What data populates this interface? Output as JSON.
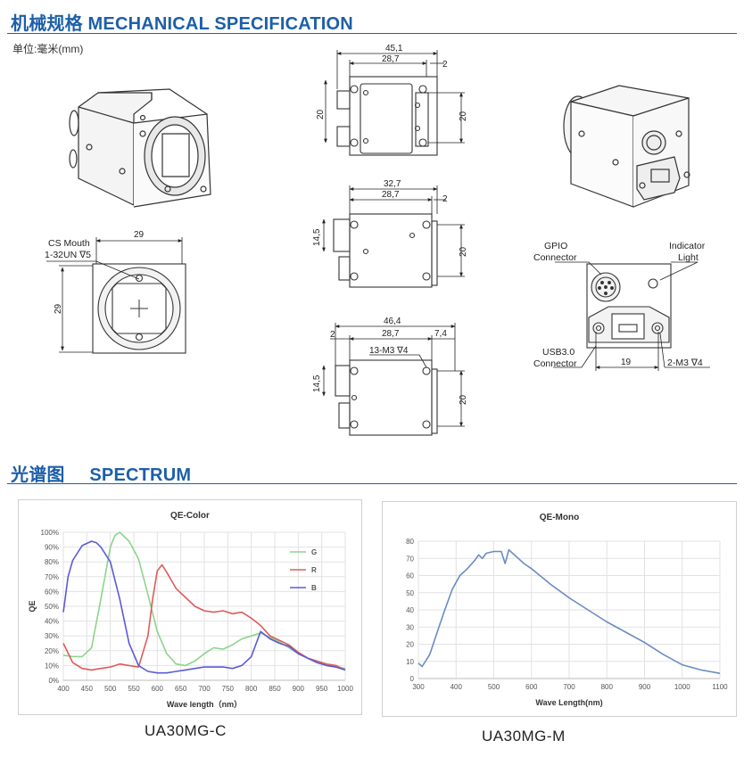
{
  "mechanical": {
    "title": "机械规格 MECHANICAL SPECIFICATION",
    "unit_label": "单位:毫米(mm)"
  },
  "front_view": {
    "top_dim": "29",
    "side_dim": "29",
    "mouth_label_1": "CS Mouth",
    "mouth_label_2": "1-32UN ∇5"
  },
  "side_view_1": {
    "overall": "45,1",
    "body": "28,7",
    "lens": "2",
    "height_left": "20",
    "height_right": "20"
  },
  "side_view_2": {
    "overall": "32,7",
    "body": "28,7",
    "lens": "2",
    "height_left": "14,5",
    "height_right": "20"
  },
  "side_view_3": {
    "overall": "46,4",
    "left": "2",
    "body": "28,7",
    "right": "7,4",
    "hole": "13-M3 ∇4",
    "height_left": "14,5",
    "height_right": "20"
  },
  "back_view": {
    "gpio_1": "GPIO",
    "gpio_2": "Connector",
    "indicator_1": "Indicator",
    "indicator_2": "Light",
    "usb_1": "USB3.0",
    "usb_2": "Connector",
    "spacing": "19",
    "holes": "2-M3 ∇4"
  },
  "spectrum": {
    "title_cn": "光谱图",
    "title_en": "SPECTRUM"
  },
  "chart_data": [
    {
      "type": "line",
      "title": "QE-Color",
      "xlabel": "Wave length（nm）",
      "ylabel": "QE",
      "xlim": [
        400,
        1000
      ],
      "ylim": [
        0,
        100
      ],
      "x_ticks": [
        "400",
        "450",
        "500",
        "550",
        "600",
        "650",
        "700",
        "750",
        "800",
        "850",
        "900",
        "950",
        "1000"
      ],
      "y_ticks": [
        "0%",
        "10%",
        "20%",
        "30%",
        "40%",
        "50%",
        "60%",
        "70%",
        "80%",
        "90%",
        "100%"
      ],
      "grid": true,
      "legend": "right",
      "series": [
        {
          "name": "G",
          "color": "#8cd48c",
          "x": [
            400,
            420,
            440,
            460,
            480,
            500,
            510,
            520,
            540,
            560,
            580,
            600,
            620,
            640,
            660,
            680,
            700,
            720,
            740,
            760,
            780,
            800,
            820,
            840,
            860,
            880,
            900,
            920,
            940,
            960,
            980,
            1000
          ],
          "y": [
            17,
            16,
            16,
            22,
            55,
            90,
            98,
            100,
            94,
            82,
            58,
            33,
            18,
            11,
            10,
            13,
            18,
            22,
            21,
            24,
            28,
            30,
            32,
            29,
            26,
            22,
            18,
            15,
            12,
            10,
            9,
            8
          ]
        },
        {
          "name": "R",
          "color": "#e05a5a",
          "x": [
            400,
            420,
            440,
            460,
            480,
            500,
            520,
            540,
            560,
            580,
            590,
            600,
            610,
            620,
            640,
            660,
            680,
            700,
            720,
            740,
            760,
            780,
            800,
            820,
            840,
            860,
            880,
            900,
            920,
            940,
            960,
            980,
            1000
          ],
          "y": [
            25,
            12,
            8,
            7,
            8,
            9,
            11,
            10,
            9,
            30,
            55,
            74,
            78,
            73,
            62,
            56,
            50,
            47,
            46,
            47,
            45,
            46,
            42,
            37,
            30,
            27,
            24,
            19,
            15,
            13,
            11,
            10,
            7
          ]
        },
        {
          "name": "B",
          "color": "#5a5ad8",
          "x": [
            400,
            410,
            420,
            440,
            460,
            470,
            480,
            500,
            520,
            540,
            560,
            580,
            600,
            620,
            640,
            660,
            680,
            700,
            720,
            740,
            760,
            780,
            800,
            820,
            840,
            860,
            880,
            900,
            920,
            940,
            960,
            980,
            1000
          ],
          "y": [
            46,
            70,
            81,
            91,
            94,
            93,
            90,
            80,
            55,
            25,
            10,
            6,
            5,
            5,
            6,
            7,
            8,
            9,
            9,
            9,
            8,
            10,
            16,
            33,
            28,
            25,
            23,
            18,
            15,
            12,
            10,
            9,
            7
          ]
        }
      ]
    },
    {
      "type": "line",
      "title": "QE-Mono",
      "xlabel": "Wave Length(nm)",
      "ylabel": "",
      "xlim": [
        300,
        1100
      ],
      "ylim": [
        0,
        80
      ],
      "x_ticks": [
        "300",
        "400",
        "500",
        "600",
        "700",
        "800",
        "900",
        "1000",
        "1100"
      ],
      "y_ticks": [
        "0",
        "10",
        "20",
        "30",
        "40",
        "50",
        "60",
        "70",
        "80"
      ],
      "grid": true,
      "series": [
        {
          "name": "",
          "color": "#6a8cc0",
          "x": [
            300,
            310,
            330,
            350,
            370,
            390,
            410,
            430,
            450,
            460,
            470,
            480,
            500,
            520,
            530,
            540,
            550,
            560,
            580,
            600,
            650,
            700,
            750,
            800,
            850,
            900,
            950,
            1000,
            1050,
            1100
          ],
          "y": [
            9,
            7,
            14,
            27,
            40,
            52,
            60,
            64,
            69,
            72,
            70,
            73,
            74,
            74,
            67,
            75,
            73,
            71,
            67,
            64,
            55,
            47,
            40,
            33,
            27,
            21,
            14,
            8,
            5,
            3
          ]
        }
      ]
    }
  ],
  "captions": {
    "color": "UA30MG-C",
    "mono": "UA30MG-M"
  }
}
